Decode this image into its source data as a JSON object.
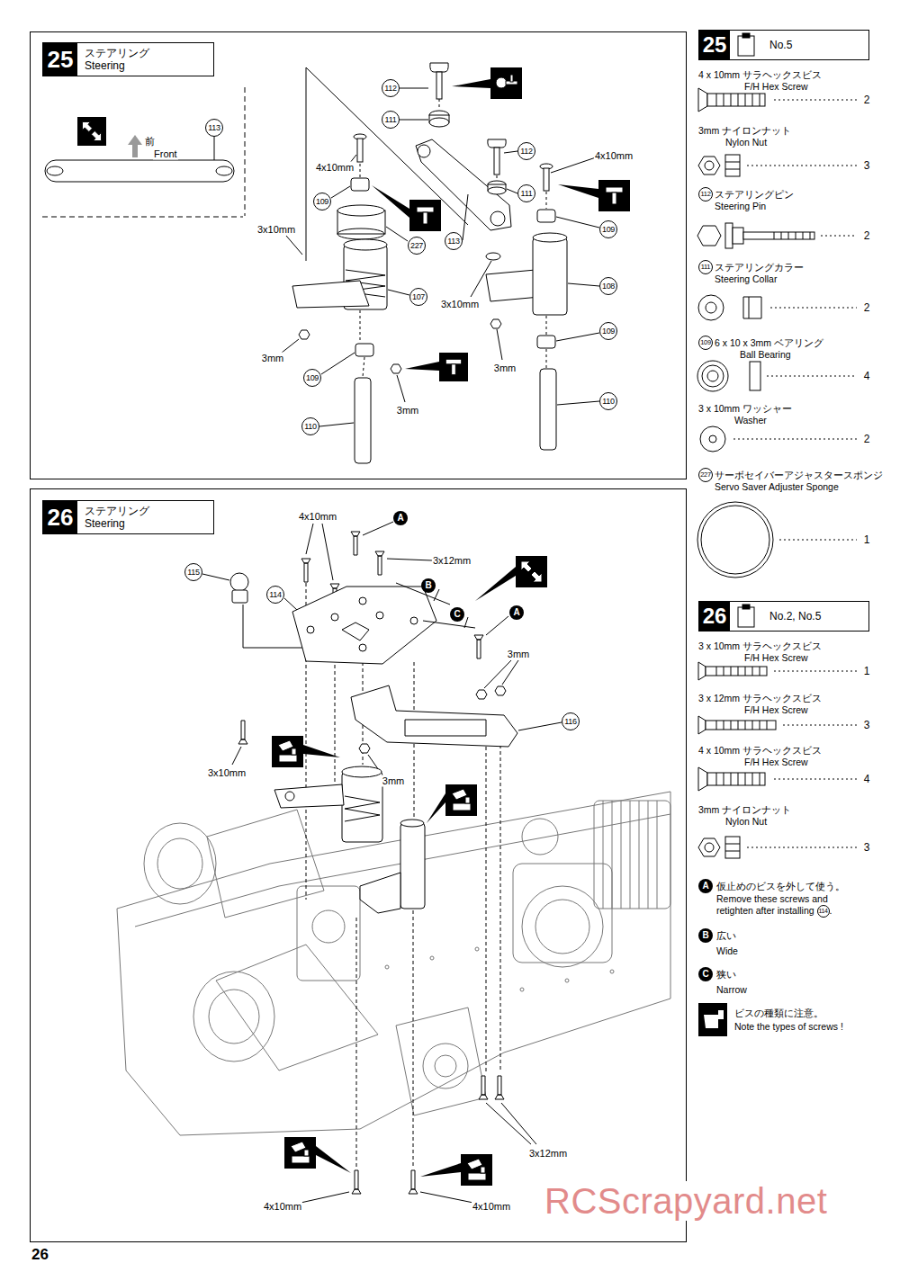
{
  "diagram": {
    "nodes": [
      {
        "text": [
          "25",
          "ステアリング Steering"
        ]
      },
      {
        "text": [
          "25",
          "No.5"
        ]
      },
      {
        "text": [
          "26",
          "ステアリング Steering"
        ]
      },
      {
        "text": [
          "26",
          "No.2, No.5"
        ]
      }
    ],
    "labels": [
      "前",
      "Front",
      "113",
      "112",
      "111",
      "4x10mm",
      "109",
      "227",
      "3x10mm",
      "107",
      "3mm",
      "109",
      "3mm",
      "110",
      "112",
      "111",
      "113",
      "3x10mm",
      "3mm",
      "4x10mm",
      "109",
      "108",
      "109",
      "110",
      "4x10mm",
      "A",
      "115",
      "114",
      "3x12mm",
      "B",
      "C",
      "A",
      "3mm",
      "116",
      "3x10mm",
      "3mm",
      "3x12mm",
      "4x10mm",
      "4x10mm",
      "4 x 10mm サラヘックスビス",
      "F/H Hex Screw",
      "2",
      "3mm ナイロンナット",
      "Nylon Nut",
      "3",
      "112",
      "ステアリングピン",
      "Steering Pin",
      "2",
      "111",
      "ステアリングカラー",
      "Steering Collar",
      "2",
      "109",
      "6 x 10 x 3mm ベアリング",
      "Ball Bearing",
      "4",
      "3 x 10mm ワッシャー",
      "Washer",
      "2",
      "227",
      "サーボセイバーアジャスタースポンジ",
      "Servo Saver Adjuster Sponge",
      "1",
      "3 x 10mm サラヘックスビス",
      "F/H Hex Screw",
      "1",
      "3 x 12mm サラヘックスビス",
      "F/H Hex Screw",
      "3",
      "4 x 10mm サラヘックスビス",
      "F/H Hex Screw",
      "4",
      "3mm ナイロンナット",
      "Nylon Nut",
      "3",
      "A",
      "仮止めのビスを外して使う。",
      "Remove these screws and retighten after installing",
      "114",
      ".",
      "B",
      "広い",
      "Wide",
      "C",
      "狭い",
      "Narrow",
      "ビスの種類に注意。",
      "Note the types of screws !",
      "26",
      "RCScrapyard.net"
    ]
  }
}
